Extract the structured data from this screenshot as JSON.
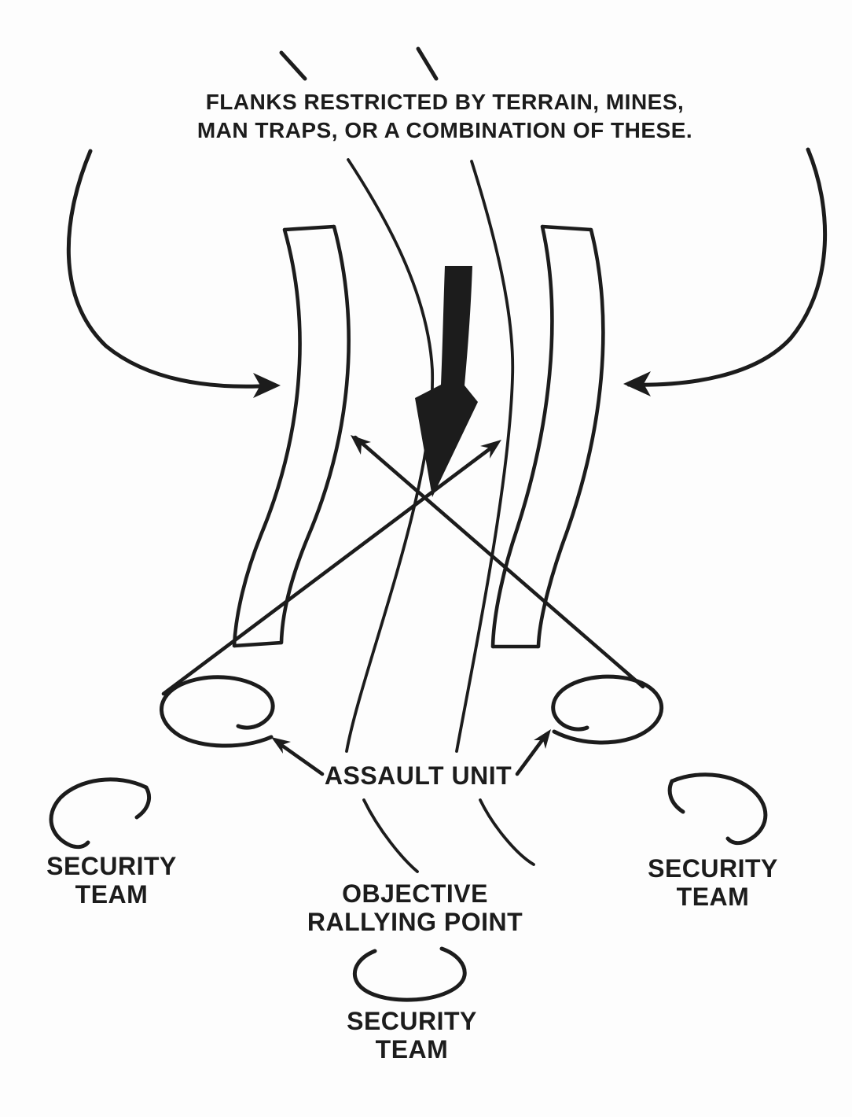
{
  "diagram": {
    "type": "military-tactics-figure",
    "title": {
      "line1": "FLANKS RESTRICTED BY TERRAIN, MINES,",
      "line2": "MAN TRAPS, OR A COMBINATION OF THESE."
    },
    "labels": {
      "assault_unit": "ASSAULT UNIT",
      "objective_rallying_point": {
        "line1": "OBJECTIVE",
        "line2": "RALLYING POINT"
      },
      "security_team_left": {
        "line1": "SECURITY",
        "line2": "TEAM"
      },
      "security_team_right": {
        "line1": "SECURITY",
        "line2": "TEAM"
      },
      "security_team_bottom": {
        "line1": "SECURITY",
        "line2": "TEAM"
      }
    },
    "colors": {
      "ink": "#1c1c1c",
      "background": "#fdfdfd"
    },
    "shapes": [
      "tick-mark-left",
      "tick-mark-right",
      "left-flank-arrow",
      "right-flank-arrow",
      "left-restricted-flank-wall",
      "right-restricted-flank-wall",
      "main-attack-arrow",
      "crossing-assault-arrow-left",
      "crossing-assault-arrow-right",
      "route-line-left",
      "route-line-right",
      "route-line-lower-left",
      "route-line-lower-right",
      "assault-position-hook-left",
      "assault-position-hook-right",
      "assault-unit-pointer-left",
      "assault-unit-pointer-right",
      "security-position-hook-left",
      "security-position-hook-right",
      "security-position-cup-bottom"
    ]
  }
}
